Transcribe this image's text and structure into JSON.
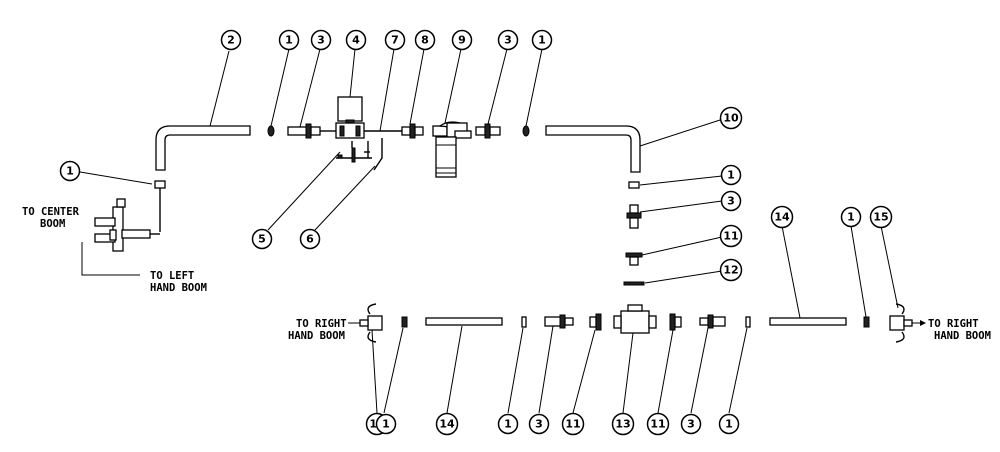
{
  "labels": {
    "to_center_boom": [
      "TO CENTER",
      "BOOM"
    ],
    "to_left_hand_boom": [
      "TO LEFT",
      "HAND BOOM"
    ],
    "to_right_hand_boom_left": [
      "TO RIGHT",
      "HAND BOOM"
    ],
    "to_right_hand_boom_right": [
      "TO RIGHT",
      "HAND BOOM"
    ]
  },
  "callouts": [
    "1",
    "2",
    "3",
    "4",
    "5",
    "6",
    "7",
    "8",
    "9",
    "10",
    "11",
    "12",
    "13",
    "14",
    "15"
  ]
}
